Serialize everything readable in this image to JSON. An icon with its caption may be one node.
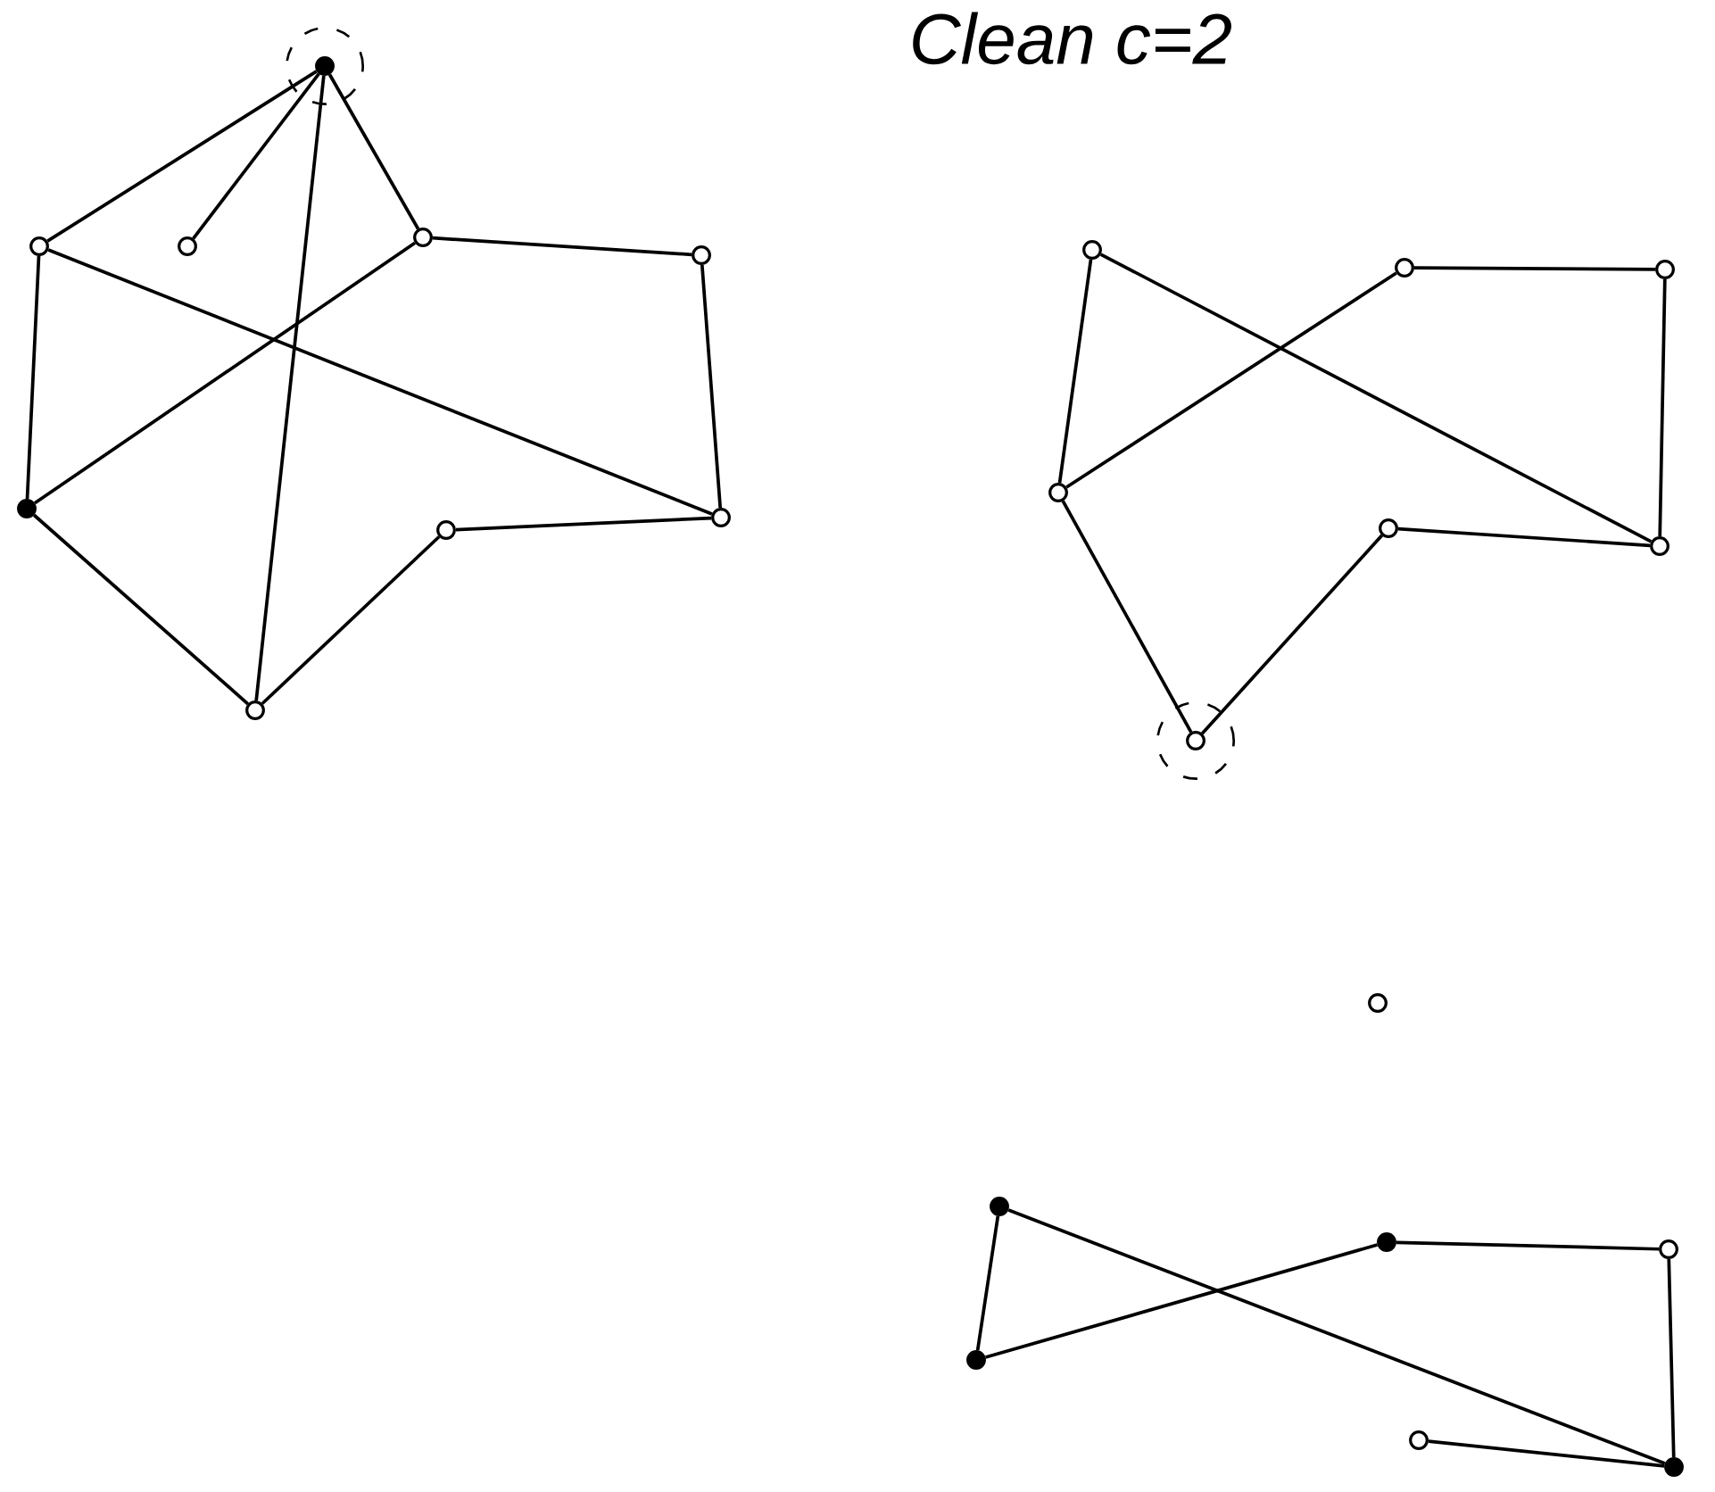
{
  "diagram": {
    "title": "Clean c=2",
    "nodes": [
      {
        "text": [],
        "shape": "circle"
      },
      {
        "text": [],
        "shape": "circle"
      },
      {
        "text": [],
        "shape": "circle"
      },
      {
        "text": [],
        "shape": "circle"
      },
      {
        "text": [],
        "shape": "circle"
      },
      {
        "text": [],
        "shape": "circle"
      },
      {
        "text": [],
        "shape": "circle"
      },
      {
        "text": [],
        "shape": "circle"
      },
      {
        "text": [],
        "shape": "circle"
      },
      {
        "text": [],
        "shape": "circle"
      },
      {
        "text": [],
        "shape": "circle"
      },
      {
        "text": [],
        "shape": "circle"
      },
      {
        "text": [],
        "shape": "circle"
      },
      {
        "text": [],
        "shape": "circle"
      },
      {
        "text": [],
        "shape": "circle"
      },
      {
        "text": [],
        "shape": "circle"
      },
      {
        "text": [],
        "shape": "circle"
      },
      {
        "text": [],
        "shape": "circle"
      },
      {
        "text": [],
        "shape": "circle"
      },
      {
        "text": [],
        "shape": "circle"
      },
      {
        "text": [],
        "shape": "circle"
      },
      {
        "text": [],
        "shape": "circle"
      },
      {
        "text": [],
        "shape": "circle"
      }
    ],
    "edges": [
      {
        "from": 0,
        "to": 2,
        "arrow": "none"
      },
      {
        "from": 0,
        "to": 1,
        "arrow": "none"
      },
      {
        "from": 0,
        "to": 8,
        "arrow": "none"
      },
      {
        "from": 0,
        "to": 3,
        "arrow": "none"
      },
      {
        "from": 2,
        "to": 5,
        "arrow": "none"
      },
      {
        "from": 2,
        "to": 7,
        "arrow": "none"
      },
      {
        "from": 3,
        "to": 4,
        "arrow": "none"
      },
      {
        "from": 3,
        "to": 5,
        "arrow": "none"
      },
      {
        "from": 4,
        "to": 7,
        "arrow": "none"
      },
      {
        "from": 7,
        "to": 6,
        "arrow": "none"
      },
      {
        "from": 6,
        "to": 8,
        "arrow": "none"
      },
      {
        "from": 5,
        "to": 8,
        "arrow": "none"
      },
      {
        "from": 9,
        "to": 12,
        "arrow": "none"
      },
      {
        "from": 9,
        "to": 14,
        "arrow": "none"
      },
      {
        "from": 10,
        "to": 12,
        "arrow": "none"
      },
      {
        "from": 10,
        "to": 11,
        "arrow": "none"
      },
      {
        "from": 11,
        "to": 14,
        "arrow": "none"
      },
      {
        "from": 14,
        "to": 13,
        "arrow": "none"
      },
      {
        "from": 12,
        "to": 15,
        "arrow": "none"
      },
      {
        "from": 15,
        "to": 13,
        "arrow": "none"
      },
      {
        "from": 17,
        "to": 20,
        "arrow": "none"
      },
      {
        "from": 17,
        "to": 22,
        "arrow": "none"
      },
      {
        "from": 20,
        "to": 18,
        "arrow": "none"
      },
      {
        "from": 18,
        "to": 19,
        "arrow": "none"
      },
      {
        "from": 19,
        "to": 22,
        "arrow": "none"
      },
      {
        "from": 21,
        "to": 22,
        "arrow": "none"
      }
    ]
  }
}
